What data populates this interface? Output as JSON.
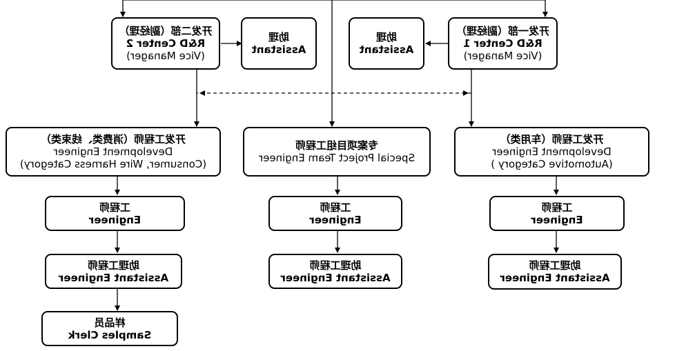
{
  "diagram": {
    "vice_manager_1": {
      "line1": "开发一部（副经理）",
      "line2": "R&D Center 1",
      "line3": "(Vice Manager)"
    },
    "vice_manager_2": {
      "line1": "开发二部（副经理）",
      "line2": "R&D Center 2",
      "line3": "(Vice Manager)"
    },
    "assistant_1": {
      "cn": "助理",
      "en": "Assistant"
    },
    "assistant_2": {
      "cn": "助理",
      "en": "Assistant"
    },
    "dev_engineer_automotive": {
      "line1": "开发工程师（车用类）",
      "line2": "Development Engineer",
      "line3": "(Automotive Category )"
    },
    "special_project": {
      "line1": "专案项目组工程师",
      "line2": "Special Project Team Engineer"
    },
    "dev_engineer_consumer": {
      "line1": "开发工程师（消费类、线束类）",
      "line2": "Development Engineer",
      "line3": "(Consumer, Wire Harness Category)"
    },
    "engineer": {
      "cn": "工程师",
      "en": "Engineer"
    },
    "assistant_engineer": {
      "cn": "助理工程师",
      "en": "Assistant Engineer"
    },
    "samples_clerk": {
      "cn": "样品员",
      "en": "Samples Clerk"
    }
  }
}
